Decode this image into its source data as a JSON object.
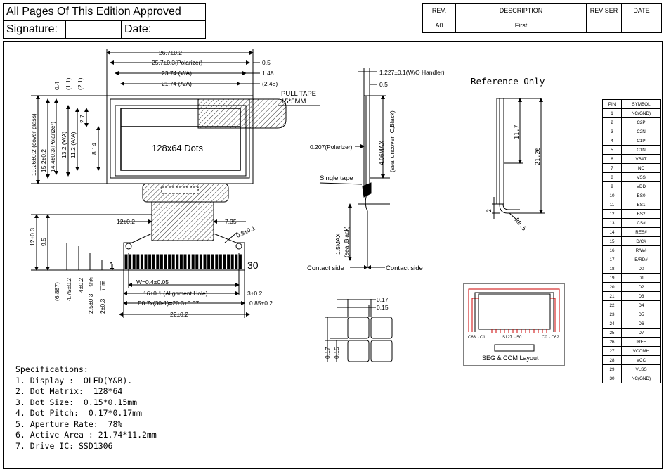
{
  "approval": {
    "edition_text": "All Pages Of This Edition Approved",
    "signature_label": "Signature:",
    "date_label": "Date:"
  },
  "revision_table": {
    "headers": [
      "REV.",
      "DESCRIPTION",
      "REVISER",
      "DATE"
    ],
    "rows": [
      [
        "A0",
        "First",
        "",
        ""
      ]
    ]
  },
  "pin_table": {
    "headers": [
      "PIN",
      "SYMBOL"
    ],
    "rows": [
      [
        "1",
        "NC(GND)"
      ],
      [
        "2",
        "C2P"
      ],
      [
        "3",
        "C2N"
      ],
      [
        "4",
        "C1P"
      ],
      [
        "5",
        "C1N"
      ],
      [
        "6",
        "VBAT"
      ],
      [
        "7",
        "NC"
      ],
      [
        "8",
        "VSS"
      ],
      [
        "9",
        "VDD"
      ],
      [
        "10",
        "BS0"
      ],
      [
        "11",
        "BS1"
      ],
      [
        "12",
        "BS2"
      ],
      [
        "13",
        "CS#"
      ],
      [
        "14",
        "RES#"
      ],
      [
        "15",
        "D/C#"
      ],
      [
        "16",
        "R/W#"
      ],
      [
        "17",
        "E/RD#"
      ],
      [
        "18",
        "D0"
      ],
      [
        "19",
        "D1"
      ],
      [
        "20",
        "D2"
      ],
      [
        "21",
        "D3"
      ],
      [
        "22",
        "D4"
      ],
      [
        "23",
        "D5"
      ],
      [
        "24",
        "D6"
      ],
      [
        "25",
        "D7"
      ],
      [
        "26",
        "IREF"
      ],
      [
        "27",
        "VCOMH"
      ],
      [
        "28",
        "VCC"
      ],
      [
        "29",
        "VLSS"
      ],
      [
        "30",
        "NC(GND)"
      ]
    ]
  },
  "front_view": {
    "dim_outline": "26.7±0.2",
    "dim_polarizer": "25.7±0.3(Polarizer)",
    "dim_va": "23.74 (V/A)",
    "dim_aa": "21.74 (A/A)",
    "dim_r1": "0.5",
    "dim_r2": "1.48",
    "dim_r3": "(2.48)",
    "pull_tape_1": "PULL TAPE",
    "pull_tape_2": "15*5MM",
    "display_label": "128x64 Dots",
    "v_1926": "19.26±0.2 (cover glass)",
    "v_152": "15.2±0.2",
    "v_144": "14.4±0.3(Polarizer)",
    "v_132": "13.2 (V/A)",
    "v_112": "11.2 (A/A)",
    "v_27": "2.7",
    "v_814": "8.14",
    "v_04": "0.4",
    "v_11": "(1.1)",
    "v_21": "(2.1)",
    "v_12": "12±0.3",
    "v_95": "9.5",
    "v_6887": "(6.887)",
    "v_475": "4.75±0.2",
    "v_4": "4±0.2",
    "v_25": "2.5±0.3",
    "v_25_note": "背面",
    "v_2": "2±0.3",
    "v_2_note": "正面",
    "h_12": "12±0.2",
    "h_735": "7.35",
    "r_08": "0.8±0.1",
    "pin_first": "1",
    "pin_last": "30",
    "w_pad": "W=0.4±0.05",
    "h_16": "16±0.1 (Alignment Hole)",
    "h_3": "3±0.2",
    "h_pitch": "P0.7x(30-1)=20.3±0.07",
    "h_085": "0.85±0.2",
    "h_22": "22±0.2"
  },
  "side_view": {
    "d_1227": "1.227±0.1(W/O Handler)",
    "d_05": "0.5",
    "d_0207": "0.207(Polarizer)",
    "d_406": "4.06MAX",
    "d_seal_ic": "(seal uncover IC,Black)",
    "single_tape": "Single tape",
    "d_15": "1.5MAX",
    "d_seal_black": "(seal,Black)",
    "contact_left": "Contact side",
    "contact_right": "Contact side"
  },
  "reference": {
    "title": "Reference Only",
    "d_117": "11.7",
    "d_2126": "21.26",
    "d_2": "2",
    "d_r05": "R0.5"
  },
  "pixel_detail": {
    "d_017": "0.17",
    "d_015": "0.15",
    "d_017v": "0.17",
    "d_015v": "0.15"
  },
  "seg_com": {
    "label_left": "C63→C1",
    "label_mid": "S127→S0",
    "label_right": "C0→C62",
    "caption": "SEG & COM Layout"
  },
  "specifications": {
    "title": "Specifications:",
    "items": [
      "1. Display :  OLED(Y&B).",
      "2. Dot Matrix:  128*64",
      "3. Dot Size:  0.15*0.15mm",
      "4. Dot Pitch:  0.17*0.17mm",
      "5. Aperture Rate:  78%",
      "6. Active Area : 21.74*11.2mm",
      "7. Drive IC: SSD1306"
    ]
  }
}
